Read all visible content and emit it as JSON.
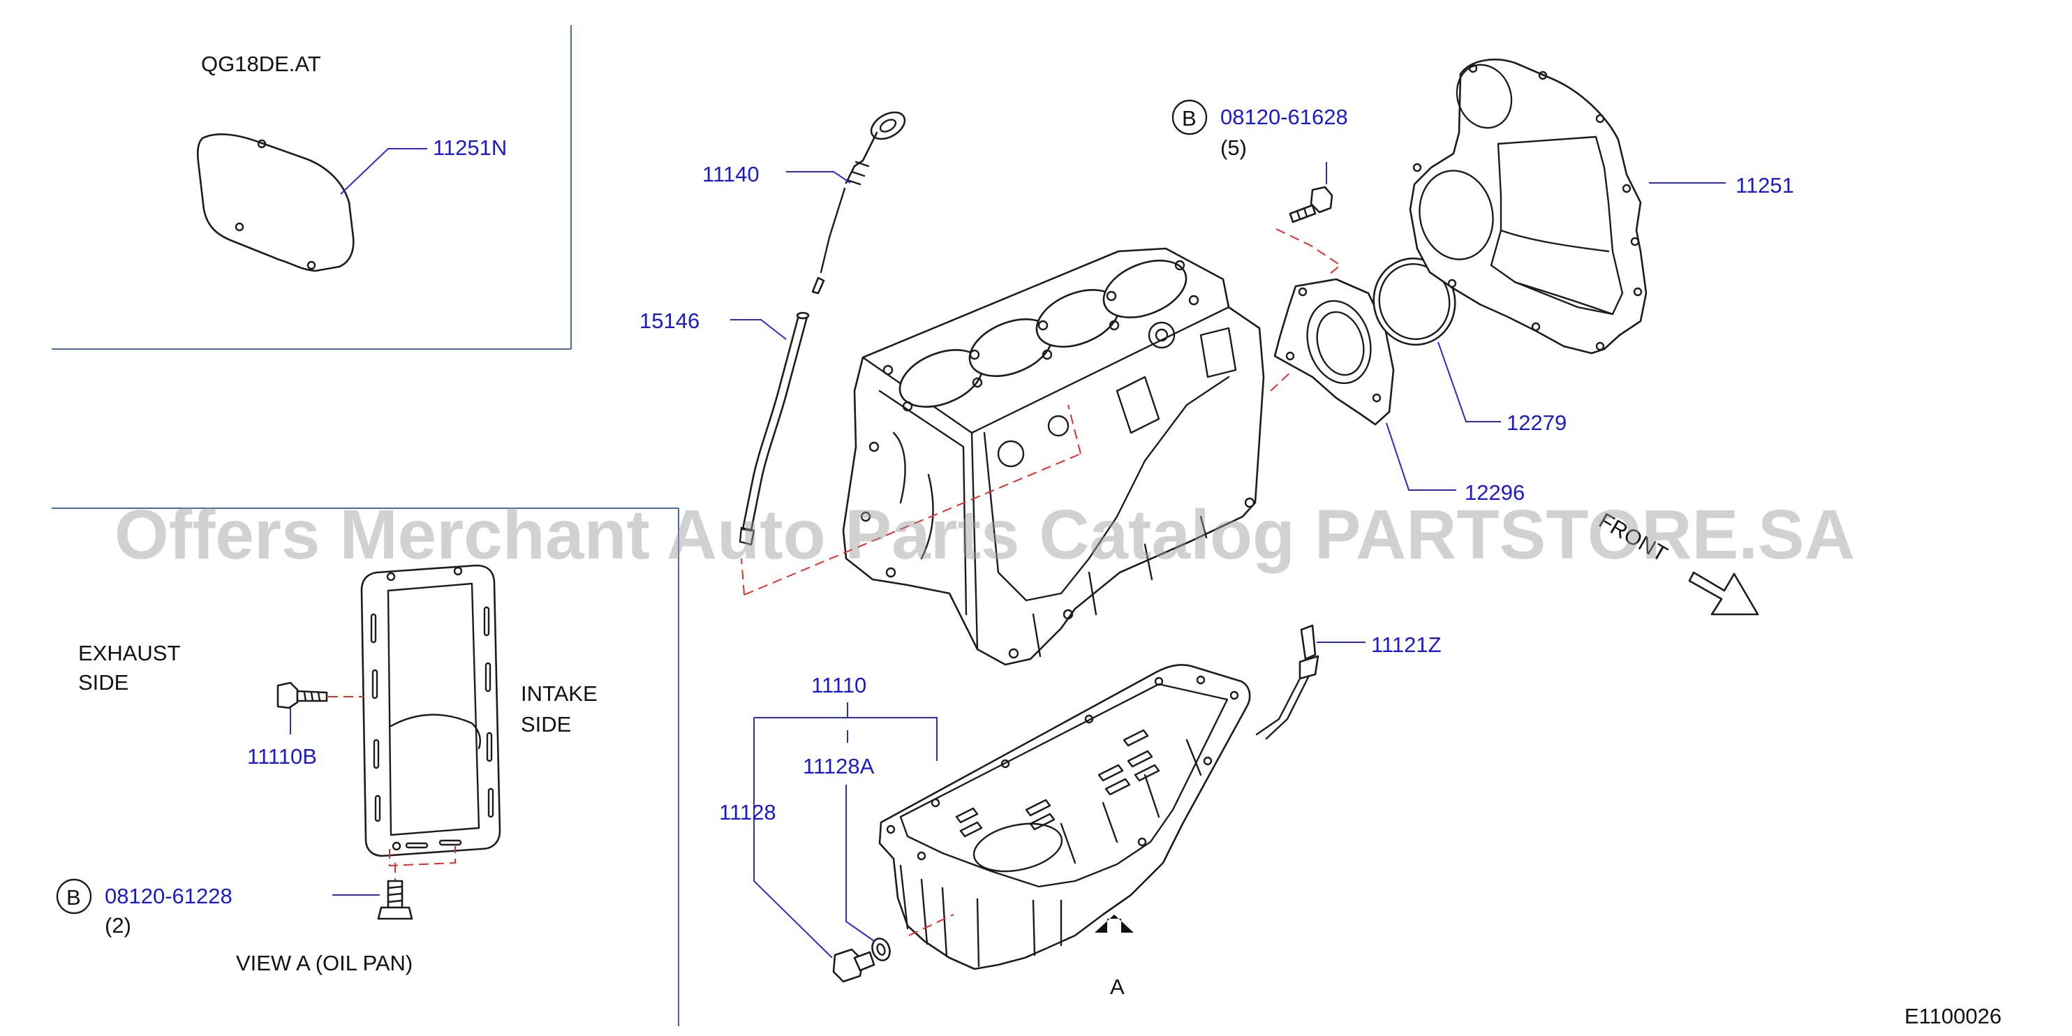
{
  "inset_top": {
    "title": "QG18DE.AT",
    "part": "11251N"
  },
  "inset_oil_pan": {
    "exhaust_side": [
      "EXHAUST",
      "SIDE"
    ],
    "intake_side": [
      "INTAKE",
      "SIDE"
    ],
    "bolt_part": "11110B",
    "b_marker": "B",
    "b_part": "08120-61228",
    "b_qty": "(2)",
    "view_caption": "VIEW  A  (OIL  PAN)"
  },
  "main": {
    "b_marker": "B",
    "b_part": "08120-61628",
    "b_qty": "(5)",
    "parts": {
      "dipstick": "11140",
      "guide": "15146",
      "rear_plate": "11251",
      "o_ring": "12279",
      "seal_retainer": "12296",
      "oil_pan": "11110",
      "drain_plug_washer": "11128A",
      "drain_plug": "11128",
      "sensor": "11121Z"
    },
    "front_label": "FRONT",
    "view_marker": "A"
  },
  "watermark": "Offers Merchant Auto Parts Catalog PARTSTORE.SA",
  "figure_code": "E1100026",
  "colors": {
    "part_number": "#1a1acc",
    "leader": "#2a2ad0",
    "dashed_guide": "#e03030",
    "frame": "#4a6aa8",
    "watermark": "#9a9a9a"
  }
}
